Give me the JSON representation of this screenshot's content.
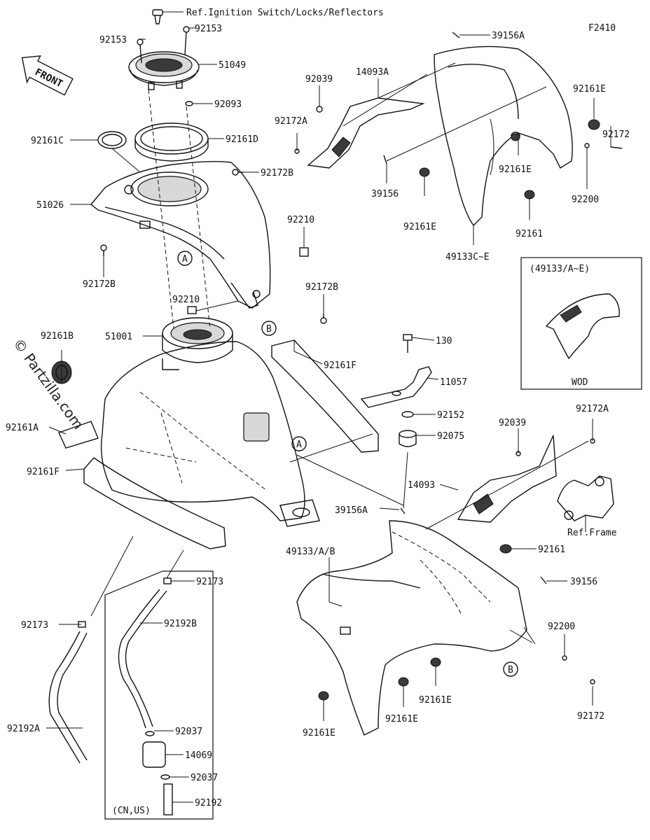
{
  "figure_code": "F2410",
  "front_arrow_label": "FRONT",
  "watermark": "© Partzilla.com",
  "wod_box": {
    "title": "(49133/A~E)",
    "caption": "WOD"
  },
  "cn_us_label": "(CN,US)",
  "circle_labels": [
    "A",
    "B",
    "A",
    "B"
  ],
  "callouts": [
    {
      "id": "ref-ignition",
      "text": "Ref.Ignition Switch/Locks/Reflectors"
    },
    {
      "id": "c-92153-l",
      "text": "92153"
    },
    {
      "id": "c-92153-r",
      "text": "92153"
    },
    {
      "id": "c-51049",
      "text": "51049"
    },
    {
      "id": "c-92093",
      "text": "92093"
    },
    {
      "id": "c-92161c",
      "text": "92161C"
    },
    {
      "id": "c-92161d",
      "text": "92161D"
    },
    {
      "id": "c-92172b-1",
      "text": "92172B"
    },
    {
      "id": "c-51026",
      "text": "51026"
    },
    {
      "id": "c-92210-1",
      "text": "92210"
    },
    {
      "id": "c-92172b-2",
      "text": "92172B"
    },
    {
      "id": "c-92210-2",
      "text": "92210"
    },
    {
      "id": "c-92172b-3",
      "text": "92172B"
    },
    {
      "id": "c-51001",
      "text": "51001"
    },
    {
      "id": "c-92161b",
      "text": "92161B"
    },
    {
      "id": "c-92161a",
      "text": "92161A"
    },
    {
      "id": "c-92161f-1",
      "text": "92161F"
    },
    {
      "id": "c-92161f-2",
      "text": "92161F"
    },
    {
      "id": "c-130",
      "text": "130"
    },
    {
      "id": "c-11057",
      "text": "11057"
    },
    {
      "id": "c-92152",
      "text": "92152"
    },
    {
      "id": "c-92075",
      "text": "92075"
    },
    {
      "id": "c-39156a-1",
      "text": "39156A"
    },
    {
      "id": "c-39156a-2",
      "text": "39156A"
    },
    {
      "id": "c-92039-1",
      "text": "92039"
    },
    {
      "id": "c-14093a",
      "text": "14093A"
    },
    {
      "id": "c-92172a-1",
      "text": "92172A"
    },
    {
      "id": "c-39156-1",
      "text": "39156"
    },
    {
      "id": "c-92161e-1",
      "text": "92161E"
    },
    {
      "id": "c-92161e-2",
      "text": "92161E"
    },
    {
      "id": "c-92161e-3",
      "text": "92161E"
    },
    {
      "id": "c-92172-1",
      "text": "92172"
    },
    {
      "id": "c-92200-1",
      "text": "92200"
    },
    {
      "id": "c-92161-1",
      "text": "92161"
    },
    {
      "id": "c-49133ce",
      "text": "49133C~E"
    },
    {
      "id": "c-92039-2",
      "text": "92039"
    },
    {
      "id": "c-92172a-2",
      "text": "92172A"
    },
    {
      "id": "c-14093",
      "text": "14093"
    },
    {
      "id": "c-ref-frame",
      "text": "Ref.Frame"
    },
    {
      "id": "c-49133ab",
      "text": "49133/A/B"
    },
    {
      "id": "c-92161-2",
      "text": "92161"
    },
    {
      "id": "c-39156-2",
      "text": "39156"
    },
    {
      "id": "c-92200-2",
      "text": "92200"
    },
    {
      "id": "c-92161e-4",
      "text": "92161E"
    },
    {
      "id": "c-92161e-5",
      "text": "92161E"
    },
    {
      "id": "c-92161e-6",
      "text": "92161E"
    },
    {
      "id": "c-92172-2",
      "text": "92172"
    },
    {
      "id": "c-92173-1",
      "text": "92173"
    },
    {
      "id": "c-92173-2",
      "text": "92173"
    },
    {
      "id": "c-92192b",
      "text": "92192B"
    },
    {
      "id": "c-92192a",
      "text": "92192A"
    },
    {
      "id": "c-92037-1",
      "text": "92037"
    },
    {
      "id": "c-14069",
      "text": "14069"
    },
    {
      "id": "c-92037-2",
      "text": "92037"
    },
    {
      "id": "c-92192",
      "text": "92192"
    }
  ]
}
